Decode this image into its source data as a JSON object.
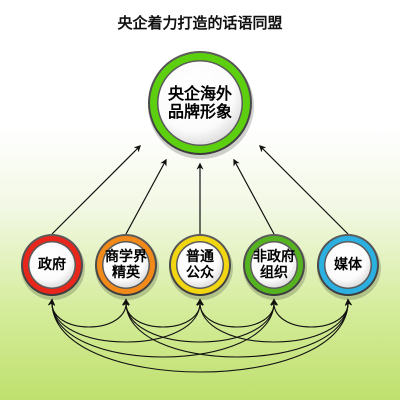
{
  "title": "央企着力打造的话语同盟",
  "center": {
    "label": "央企海外\n品牌形象",
    "ring_color": "#5cd00e"
  },
  "nodes": [
    {
      "label": "政府",
      "ring_color": "#e8261c"
    },
    {
      "label": "商学界\n精英",
      "ring_color": "#f28a1a"
    },
    {
      "label": "普通\n公众",
      "ring_color": "#f2d612"
    },
    {
      "label": "非政府\n组织",
      "ring_color": "#55b320"
    },
    {
      "label": "媒体",
      "ring_color": "#2bb0e2"
    }
  ],
  "colors": {
    "arrow": "#111111",
    "background_top": "#ffffff",
    "background_bottom": "#bfe06e"
  }
}
